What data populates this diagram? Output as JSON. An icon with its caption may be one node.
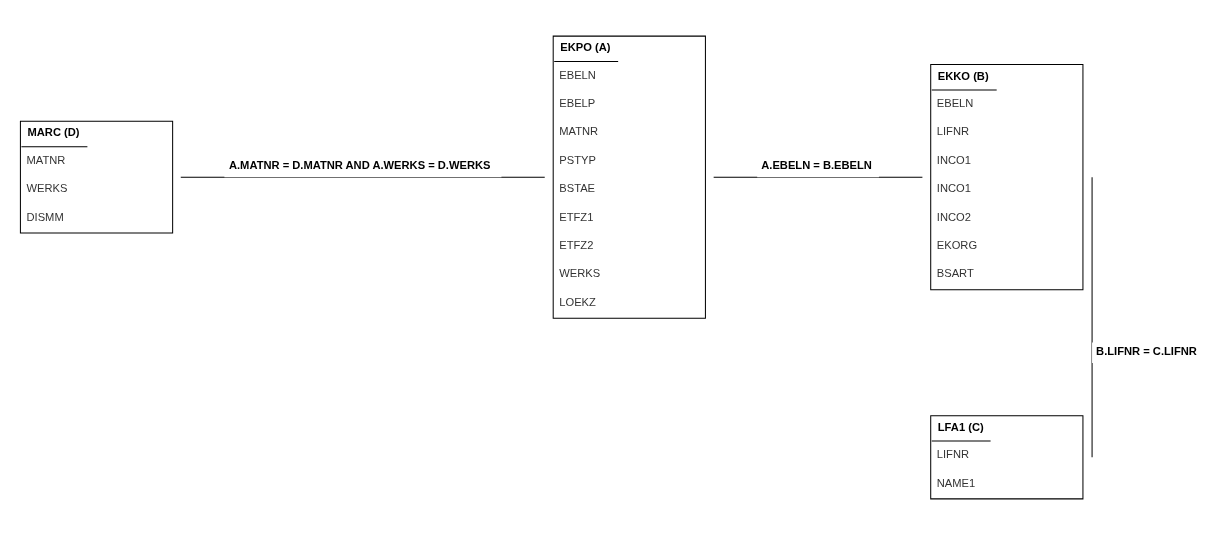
{
  "diagram": {
    "nodes": [
      {
        "text": [
          "MARC (D)",
          "MATNR",
          "WERKS",
          "DISMM"
        ]
      },
      {
        "text": [
          "EKPO (A)",
          "EBELN",
          "EBELP",
          "MATNR",
          "PSTYP",
          "BSTAE",
          "ETFZ1",
          "ETFZ2",
          "WERKS",
          "LOEKZ"
        ]
      },
      {
        "text": [
          "EKKO (B)",
          "EBELN",
          "LIFNR",
          "INCO1",
          "INCO1",
          "INCO2",
          "EKORG",
          "BSART"
        ]
      },
      {
        "text": [
          "LFA1 (C)",
          "LIFNR",
          "NAME1"
        ]
      }
    ],
    "edges": [
      {
        "from": 0,
        "to": 1,
        "arrow": "none",
        "label": "A.MATNR = D.MATNR AND A.WERKS = D.WERKS"
      },
      {
        "from": 1,
        "to": 2,
        "arrow": "none",
        "label": "A.EBELN = B.EBELN"
      },
      {
        "from": 2,
        "to": 3,
        "arrow": "none",
        "label": "B.LIFNR = C.LIFNR"
      }
    ]
  }
}
